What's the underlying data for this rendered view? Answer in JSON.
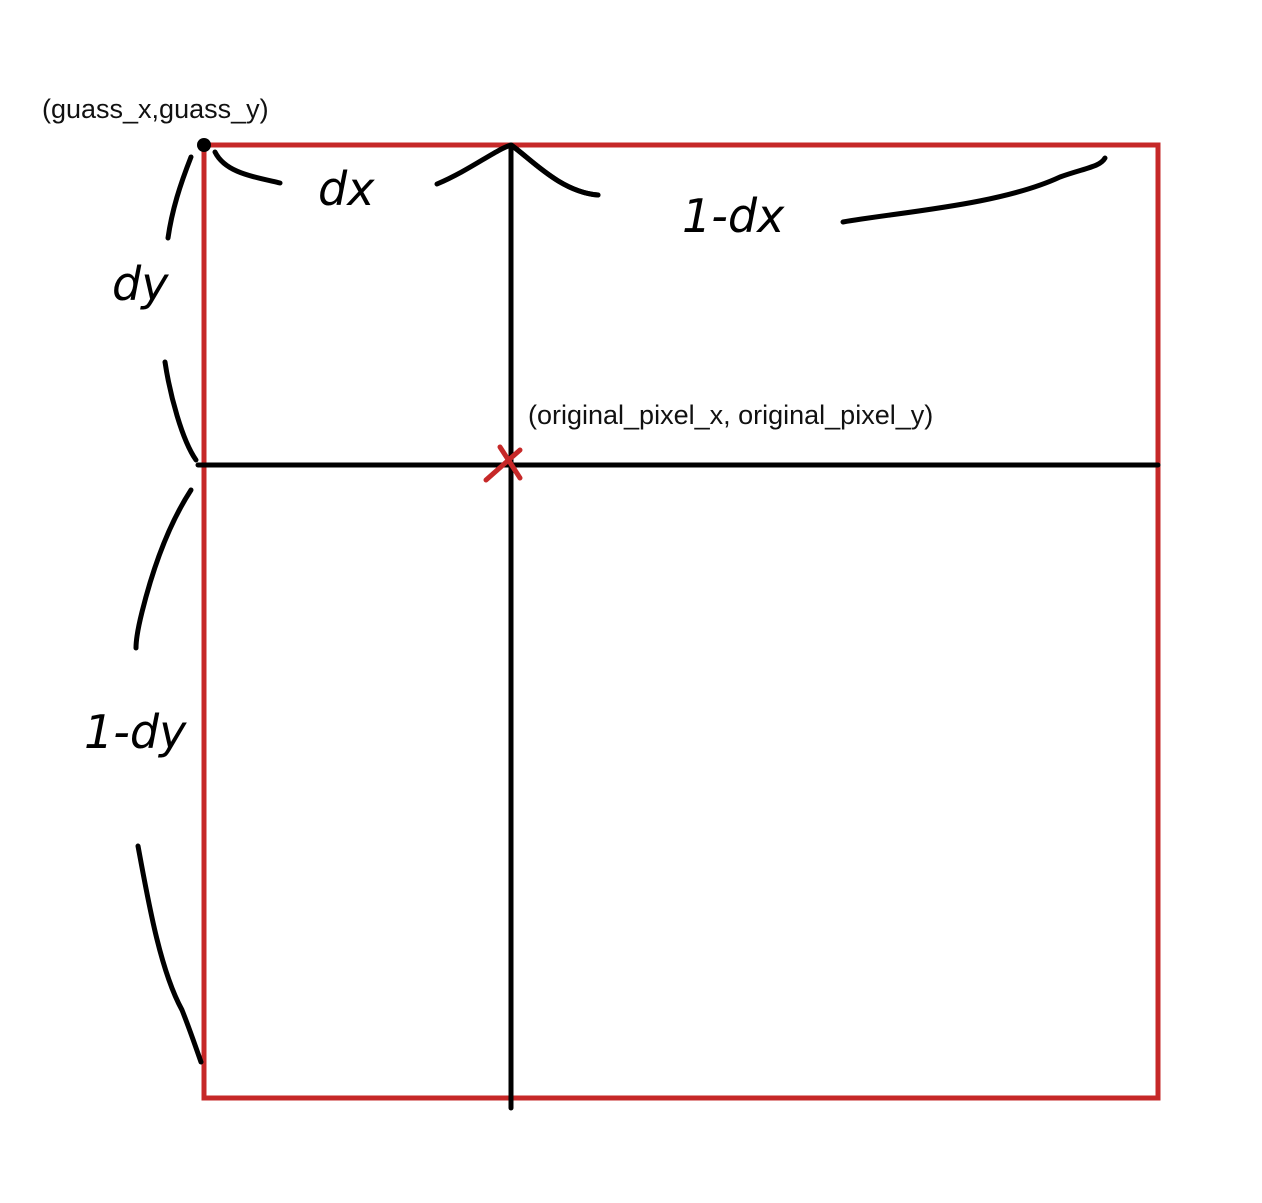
{
  "labels": {
    "corner_point": "(guass_x,guass_y)",
    "center_point": "(original_pixel_x, original_pixel_y)",
    "dx": "dx",
    "one_minus_dx": "1-dx",
    "dy": "dy",
    "one_minus_dy": "1-dy"
  },
  "colors": {
    "square_outline": "#c62828",
    "axis_lines": "#000000",
    "cross_mark": "#c62828",
    "ink": "#000000"
  }
}
